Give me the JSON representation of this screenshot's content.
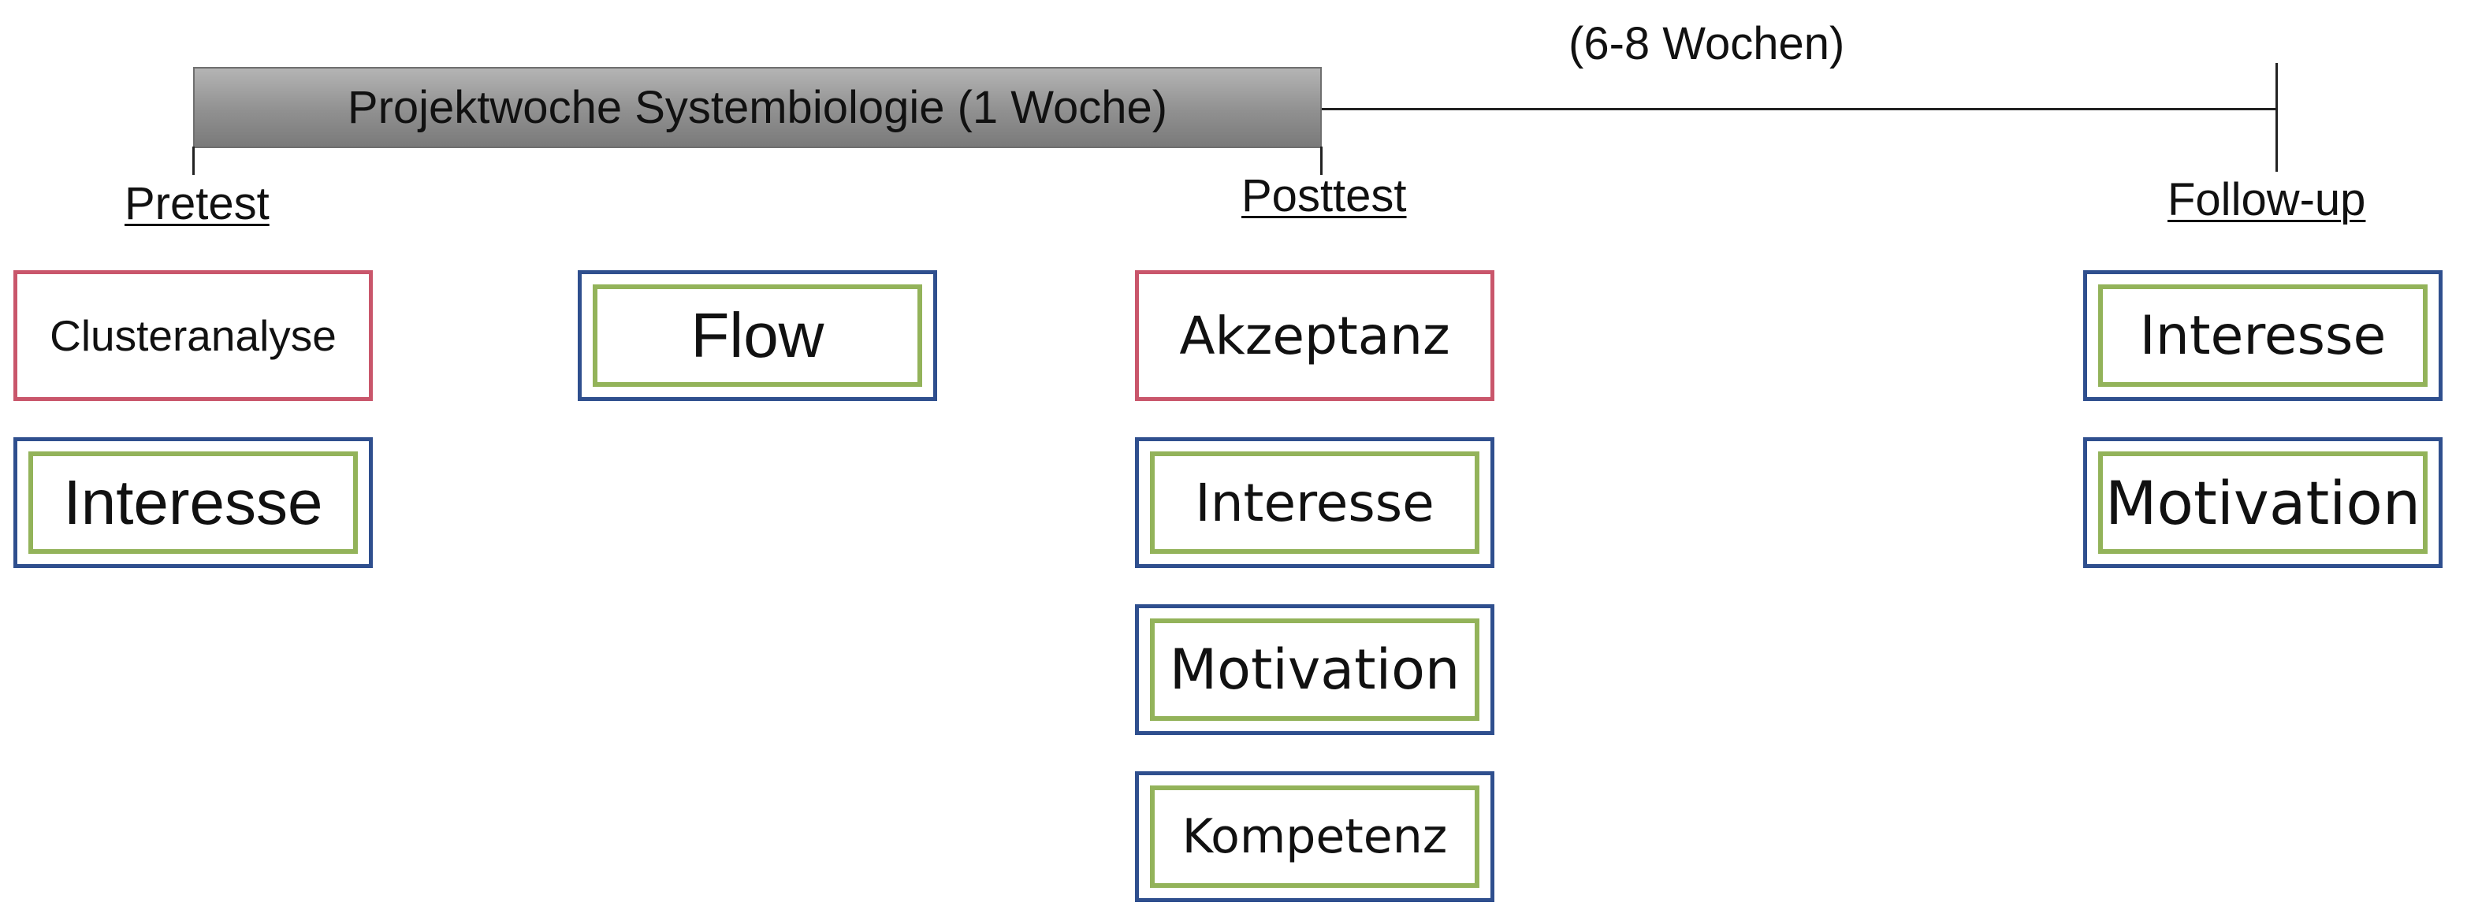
{
  "timeline": {
    "project_week": "Projektwoche Systembiologie (1 Woche)",
    "duration": "(6-8 Wochen)"
  },
  "phases": {
    "pretest": {
      "label": "Pretest",
      "boxes": [
        "Clusteranalyse",
        "Interesse"
      ]
    },
    "during": {
      "boxes": [
        "Flow"
      ]
    },
    "posttest": {
      "label": "Posttest",
      "boxes": [
        "Akzeptanz",
        "Interesse",
        "Motivation",
        "Kompetenz"
      ]
    },
    "followup": {
      "label": "Follow-up",
      "boxes": [
        "Interesse",
        "Motivation"
      ]
    }
  },
  "colors": {
    "single_frame_border": "#c9566b",
    "outer_frame_border": "#2f4f8e",
    "inner_frame_border": "#93b35a",
    "bar_fill": "#909090"
  }
}
